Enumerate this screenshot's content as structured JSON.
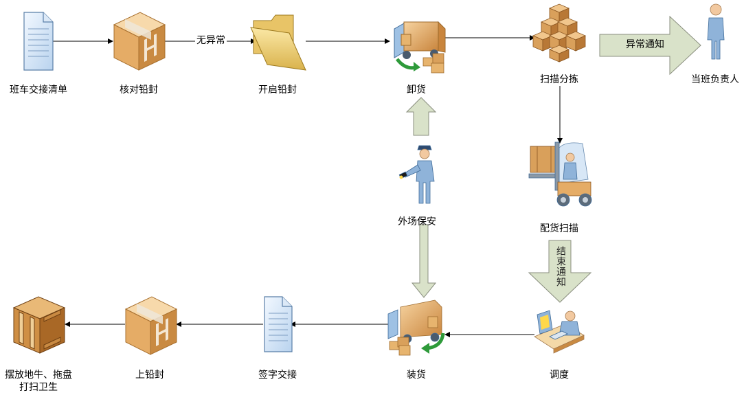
{
  "nodes": {
    "shuttle_list": "班车交接清单",
    "check_seal": "核对铅封",
    "open_seal": "开启铅封",
    "unload": "卸货",
    "scan_sort": "扫描分拣",
    "shift_leader": "当班负责人",
    "security": "外场保安",
    "pick_scan": "配货扫描",
    "dispatch": "调度",
    "load": "装货",
    "sign_handover": "签字交接",
    "apply_seal": "上铅封",
    "arrange_line1": "摆放地牛、拖盘",
    "arrange_line2": "打扫卫生"
  },
  "edges": {
    "no_anomaly": "无异常",
    "anomaly_notice": "异常通知",
    "end_notice": "结束通知"
  },
  "colors": {
    "connector": "#000000",
    "fat_arrow_fill": "#d9e2c9",
    "fat_arrow_stroke": "#8a8f7f",
    "box": "#d9a05b",
    "figure": "#8fb3d9"
  }
}
